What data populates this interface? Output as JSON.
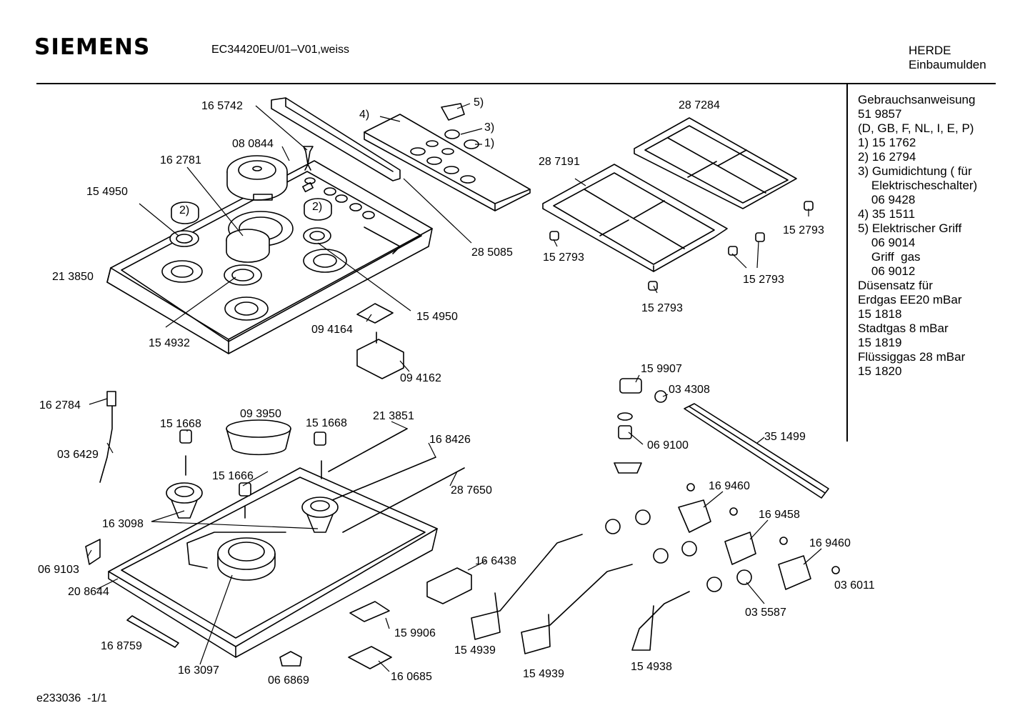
{
  "header": {
    "brand": "SIEMENS",
    "model": "EC34420EU/01–V01,weiss",
    "category_line1": "HERDE",
    "category_line2": "Einbaumulden"
  },
  "notes": [
    "Gebrauchsanweisung",
    "51 9857",
    "(D, GB, F, NL, I, E, P)",
    "",
    "1) 15 1762",
    "2) 16 2794",
    "3) Gumidichtung ( für",
    "    Elektrischeschalter)",
    "    06 9428",
    "4) 35 1511",
    "5) Elektrischer Griff",
    "    06 9014",
    "    Griff  gas",
    "    06 9012",
    "",
    "",
    "Düsensatz für",
    "Erdgas EE20 mBar",
    "15 1818",
    "Stadtgas 8 mBar",
    "15 1819",
    "Flüssiggas 28 mBar",
    "15 1820"
  ],
  "part_labels": [
    "16 5742",
    "08 0844",
    "16 2781",
    "15 4950",
    "21 3850",
    "15 4932",
    "4)",
    "5)",
    "3)",
    "1)",
    "2)",
    "2)",
    "28 5085",
    "15 4950",
    "09 4164",
    "09 4162",
    "28 7284",
    "28 7191",
    "15 2793",
    "15 2793",
    "15 2793",
    "15 2793",
    "16 2784",
    "03 6429",
    "09 3950",
    "15 1668",
    "15 1668",
    "21 3851",
    "16 8426",
    "15 1666",
    "28 7650",
    "16 3098",
    "06 9103",
    "20 8644",
    "16 8759",
    "16 3097",
    "06 6869",
    "16 6438",
    "15 9906",
    "16 0685",
    "15 9907",
    "03 4308",
    "06 9100",
    "35 1499",
    "16 9460",
    "16 9458",
    "16 9460",
    "03 6011",
    "03 5587",
    "15 4939",
    "15 4939",
    "15 4938"
  ],
  "footer": "e233036  -1/1"
}
